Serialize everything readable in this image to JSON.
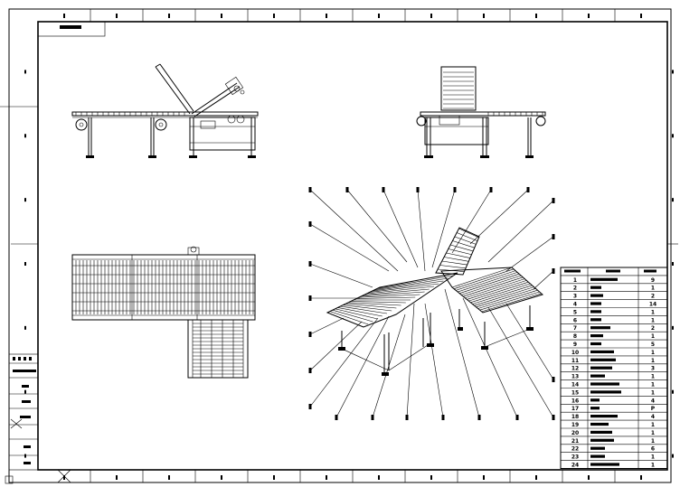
{
  "drawing": {
    "title": "",
    "ink_color": "#000000",
    "paper_color": "#ffffff",
    "border_zone_count_top": 12,
    "border_zone_count_side": 7
  },
  "views": {
    "front": {
      "name": "front-elevation"
    },
    "side": {
      "name": "side-elevation"
    },
    "plan": {
      "name": "plan-view"
    },
    "iso": {
      "name": "isometric-view",
      "callout_count": 24
    }
  },
  "bom": {
    "rows": [
      {
        "no": "1",
        "qty": "9"
      },
      {
        "no": "2",
        "qty": "1"
      },
      {
        "no": "3",
        "qty": "2"
      },
      {
        "no": "4",
        "qty": "14"
      },
      {
        "no": "5",
        "qty": "1"
      },
      {
        "no": "6",
        "qty": "1"
      },
      {
        "no": "7",
        "qty": "2"
      },
      {
        "no": "8",
        "qty": "1"
      },
      {
        "no": "9",
        "qty": "5"
      },
      {
        "no": "10",
        "qty": "1"
      },
      {
        "no": "11",
        "qty": "1"
      },
      {
        "no": "12",
        "qty": "3"
      },
      {
        "no": "13",
        "qty": "1"
      },
      {
        "no": "14",
        "qty": "1"
      },
      {
        "no": "15",
        "qty": "1"
      },
      {
        "no": "16",
        "qty": "4"
      },
      {
        "no": "17",
        "qty": "P"
      },
      {
        "no": "18",
        "qty": "4"
      },
      {
        "no": "19",
        "qty": "1"
      },
      {
        "no": "20",
        "qty": "1"
      },
      {
        "no": "21",
        "qty": "1"
      },
      {
        "no": "22",
        "qty": "6"
      },
      {
        "no": "23",
        "qty": "1"
      },
      {
        "no": "24",
        "qty": "1"
      }
    ]
  }
}
